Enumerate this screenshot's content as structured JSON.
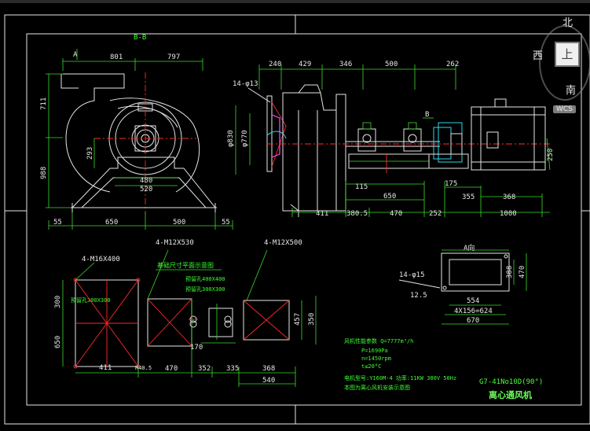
{
  "drawing": {
    "section_label": "B-B",
    "label_A": "A",
    "label_B": "B",
    "front_view": {
      "dims": [
        "801",
        "797",
        "711",
        "988",
        "293",
        "480",
        "520",
        "55",
        "650",
        "500",
        "55"
      ]
    },
    "side_view": {
      "dims": [
        "240",
        "429",
        "346",
        "500",
        "262",
        "14-φ13",
        "φ830",
        "φ770",
        "411",
        "115",
        "650",
        "175",
        "380.5",
        "470",
        "252",
        "355",
        "368",
        "1000",
        "250"
      ]
    },
    "base_plan": {
      "label_holes_1": "4-M16X400",
      "label_holes_2": "4-M12X530",
      "label_holes_3": "4-M12X500",
      "label_foundation": "基础尺寸平面示意图",
      "note_a": "预留孔400X400",
      "note_b": "预留孔300X300",
      "note_c": "预留孔300X300",
      "dims": [
        "300",
        "650",
        "411",
        "R40.5",
        "470",
        "352",
        "335",
        "368",
        "540",
        "170",
        "457",
        "350"
      ]
    },
    "flange": {
      "label_top": "A向",
      "label_holes": "14-φ15",
      "dims": [
        "12.5",
        "554",
        "4X156=624",
        "670",
        "388",
        "470"
      ]
    },
    "notes": {
      "line1": "风机性能参数 Q=7777m³/h",
      "line2": "P=1690Pa",
      "line3": "n=1450rpm",
      "line4": "t≤20°C",
      "line5": "电机型号:Y160M-4 功率:11KW  380V 50Hz",
      "line6": "本图为离心风机安装示意图"
    },
    "title_block": {
      "model": "G7-41No10D(90°)",
      "name": "离心通风机"
    }
  },
  "compass": {
    "north": "北",
    "west": "西",
    "south": "南",
    "top_button": "上",
    "viewcube_label": "WCS"
  },
  "colors": {
    "background": "#000000",
    "frame": "#e6e6e6",
    "dimension": "#3cdc2c",
    "centerline": "#ff2a2a",
    "motor_coupling": "#31d8e8",
    "flange_accent": "#ff4aff"
  }
}
